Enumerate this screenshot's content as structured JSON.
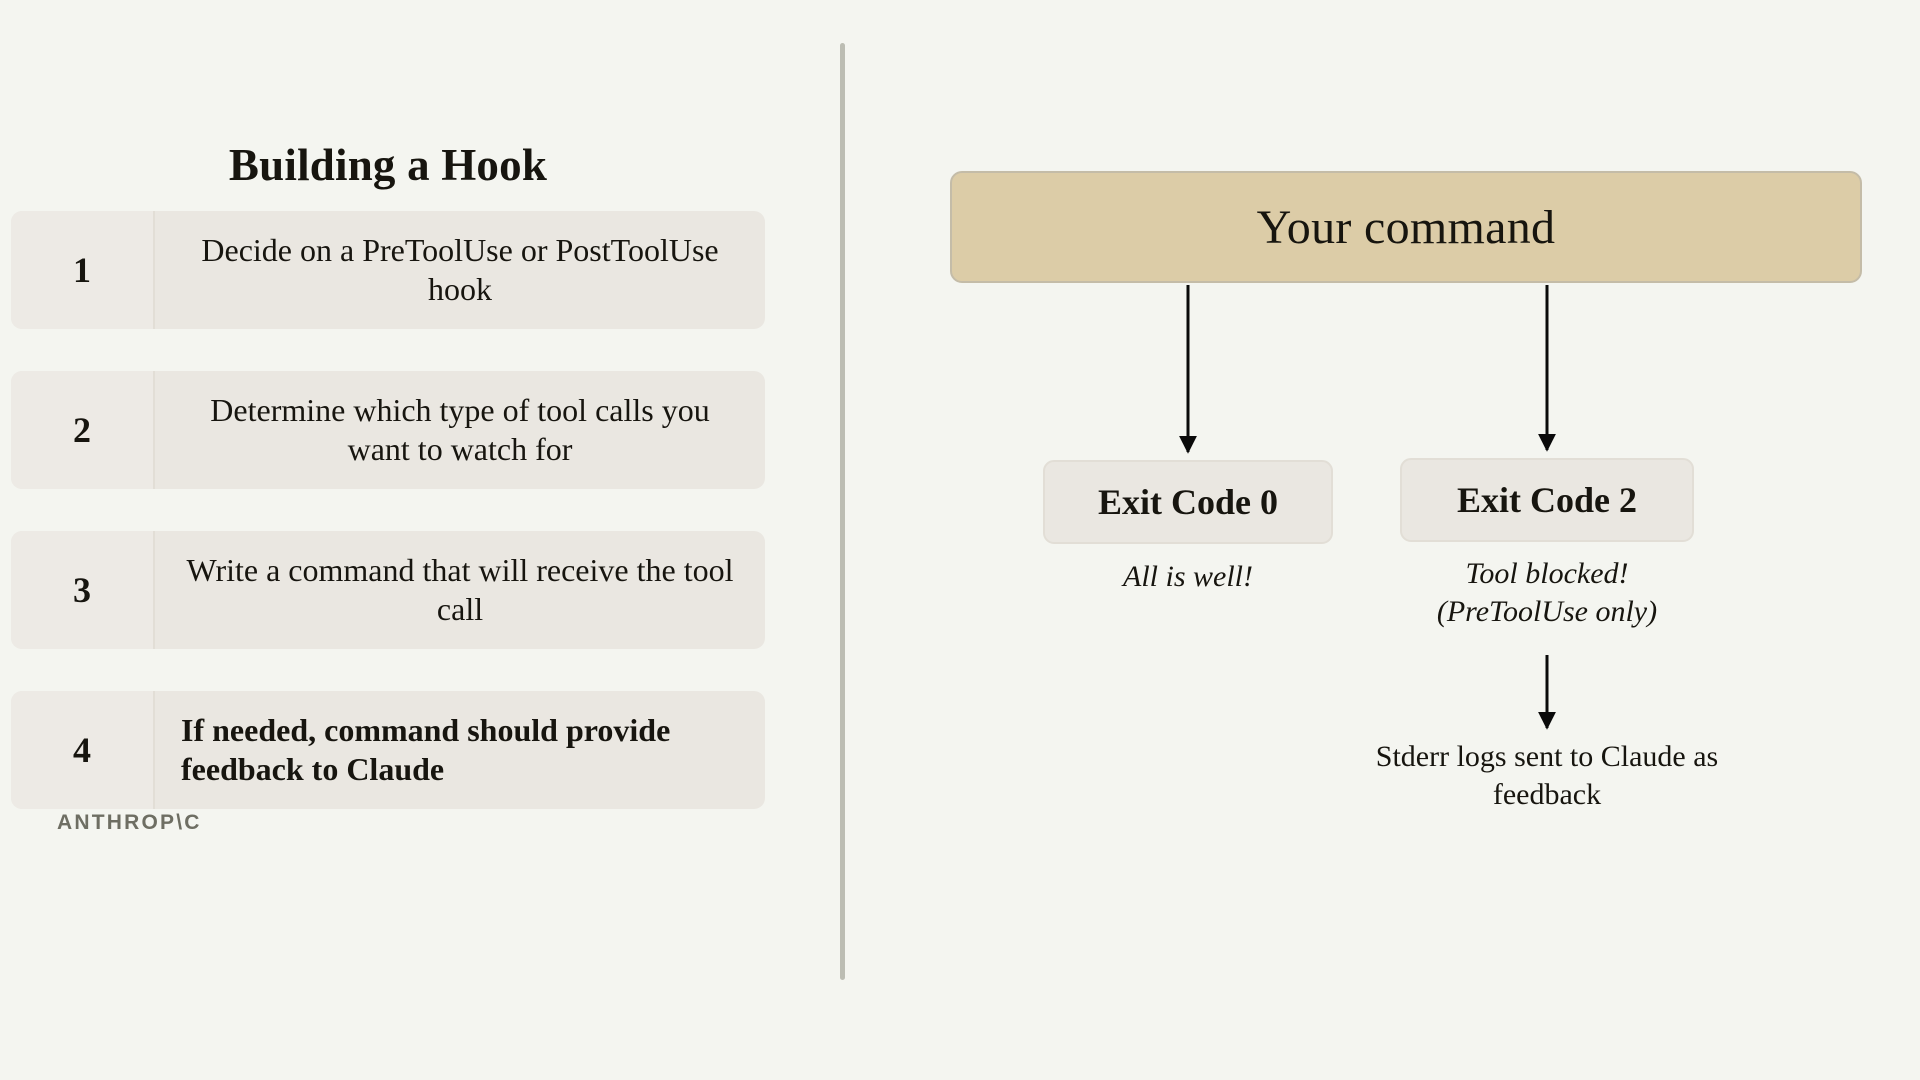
{
  "page": {
    "background_color": "#F4F5F0",
    "wordmark": "ANTHROP\\C"
  },
  "left_panel": {
    "title": "Building a Hook",
    "steps": [
      {
        "number": "1",
        "text": "Decide on a PreToolUse or PostToolUse hook",
        "emphasis": false
      },
      {
        "number": "2",
        "text": "Determine which type of tool calls you want to watch for",
        "emphasis": false
      },
      {
        "number": "3",
        "text": "Write a command that will receive the tool call",
        "emphasis": false
      },
      {
        "number": "4",
        "text": "If needed, command should provide feedback to Claude",
        "emphasis": true
      }
    ]
  },
  "right_panel": {
    "command_box": {
      "label": "Your command",
      "fill_color": "#DCCCA7",
      "border_color": "#C4BCA8"
    },
    "branches": [
      {
        "box_label": "Exit Code 0",
        "caption": "All is well!",
        "caption_style": "italic"
      },
      {
        "box_label": "Exit Code 2",
        "caption_line_1": "Tool blocked!",
        "caption_line_2": "(PreToolUse only)",
        "caption_style": "italic",
        "follow_up": "Stderr logs sent to Claude as feedback"
      }
    ],
    "box_fill_color": "#EAE7E1",
    "arrow_color": "#000000"
  }
}
